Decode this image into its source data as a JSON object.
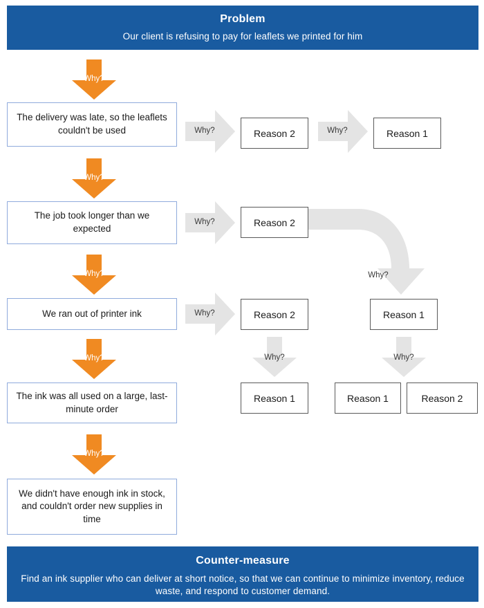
{
  "diagram": {
    "type": "5-whys-root-cause-analysis",
    "why_label": "Why?",
    "colors": {
      "banner_blue": "#195BA0",
      "arrow_orange": "#F08A22",
      "arrow_gray": "#E4E4E4",
      "cause_box_border": "#8FAADC",
      "reason_box_border": "#595959"
    }
  },
  "problem": {
    "title": "Problem",
    "statement": "Our client is refusing to pay for leaflets we printed for him"
  },
  "counter_measure": {
    "title": "Counter-measure",
    "statement": "Find an ink supplier who can deliver at short notice, so that we can continue to minimize inventory, reduce waste, and respond to customer demand."
  },
  "causes": [
    {
      "id": "cause-1",
      "text": "The delivery was late, so the leaflets couldn't be used"
    },
    {
      "id": "cause-2",
      "text": "The job took longer than we expected"
    },
    {
      "id": "cause-3",
      "text": "We ran out of printer ink"
    },
    {
      "id": "cause-4",
      "text": "The ink was all used on a large, last-minute order"
    },
    {
      "id": "cause-5",
      "text": "We didn't have enough ink in stock, and couldn't order new supplies in time"
    }
  ],
  "reasons": {
    "row1_mid": "Reason 2",
    "row1_right": "Reason 1",
    "row2_mid": "Reason 2",
    "row3_mid": "Reason 2",
    "row3_right": "Reason 1",
    "row4_mid": "Reason 1",
    "row4_right_a": "Reason 1",
    "row4_right_b": "Reason 2"
  },
  "arrows": {
    "down_why_1": "Why?",
    "down_why_2": "Why?",
    "down_why_3": "Why?",
    "down_why_4": "Why?",
    "right_why_r1a": "Why?",
    "right_why_r1b": "Why?",
    "right_why_r2": "Why?",
    "right_why_r3": "Why?",
    "curve_why": "Why?",
    "down_why_mid": "Why?",
    "down_why_right": "Why?"
  }
}
